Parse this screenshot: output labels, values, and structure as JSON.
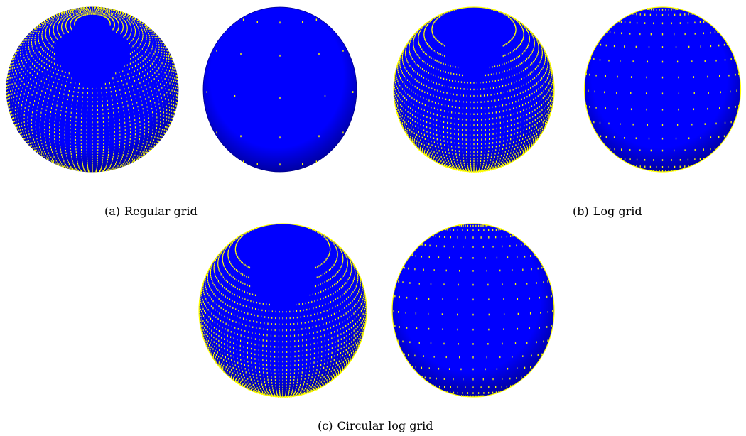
{
  "figure": {
    "panels": [
      {
        "id": "a",
        "label": "(a)",
        "caption": "Regular grid"
      },
      {
        "id": "b",
        "label": "(b)",
        "caption": "Log grid"
      },
      {
        "id": "c",
        "label": "(c)",
        "caption": "Circular log grid"
      }
    ],
    "colors": {
      "sphere_fill": "#0000ff",
      "sphere_shade": "#00008a",
      "grid_points": "#ffff00",
      "background": "#ffffff"
    }
  }
}
